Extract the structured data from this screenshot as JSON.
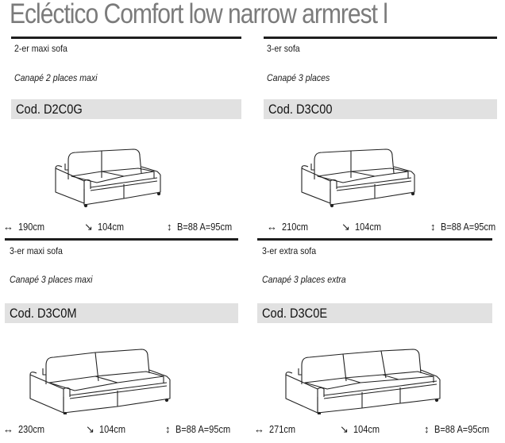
{
  "title": "Ecléctico Comfort low narrow armrest l",
  "colors": {
    "title": "#7b7b7b",
    "code_bar": "#e1e1e1",
    "rule": "#1e1e1e"
  },
  "panels": [
    {
      "name": "2-er maxi sofa",
      "name_fr": "Canapé 2 places maxi",
      "code": "Cod. D2C0G",
      "seats": 2,
      "width": "190cm",
      "depth": "104cm",
      "height": "B=88 A=95cm",
      "icons": {
        "width": "width-arrow-icon",
        "depth": "depth-arrow-icon",
        "height": "height-arrow-icon"
      }
    },
    {
      "name": "3-er sofa",
      "name_fr": "Canapé 3 places",
      "code": "Cod. D3C00",
      "seats": 2,
      "width": "210cm",
      "depth": "104cm",
      "height": "B=88 A=95cm",
      "icons": {
        "width": "width-arrow-icon",
        "depth": "depth-arrow-icon",
        "height": "height-arrow-icon"
      }
    },
    {
      "name": "3-er maxi sofa",
      "name_fr": "Canapé 3 places maxi",
      "code": "Cod. D3C0M",
      "seats": 2,
      "width": "230cm",
      "depth": "104cm",
      "height": "B=88 A=95cm",
      "icons": {
        "width": "width-arrow-icon",
        "depth": "depth-arrow-icon",
        "height": "height-arrow-icon"
      }
    },
    {
      "name": "3-er extra sofa",
      "name_fr": "Canapé 3 places extra",
      "code": "Cod. D3C0E",
      "seats": 3,
      "width": "271cm",
      "depth": "104cm",
      "height": "B=88 A=95cm",
      "icons": {
        "width": "width-arrow-icon",
        "depth": "depth-arrow-icon",
        "height": "height-arrow-icon"
      }
    }
  ],
  "glyphs": {
    "width": "↔",
    "depth": "↘",
    "height": "↕"
  }
}
